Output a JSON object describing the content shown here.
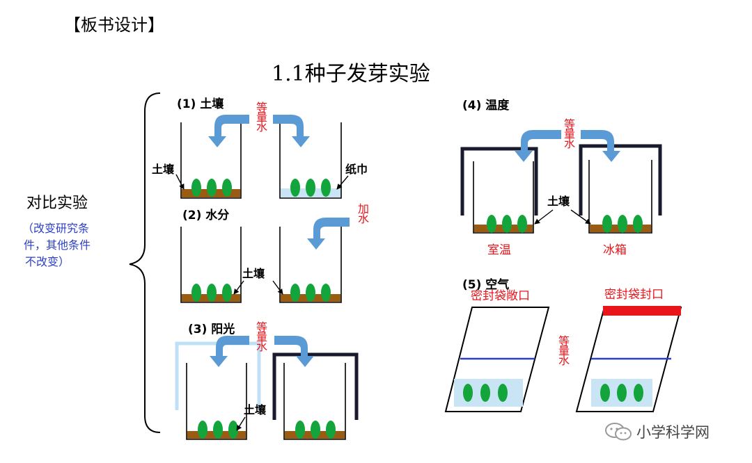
{
  "header": {
    "section_label": "【板书设计】"
  },
  "diagram": {
    "title": "1.1种子发芽实验",
    "left_bracket": {
      "main_label": "对比实验",
      "note_lines": [
        "（改变研究条",
        "件，其他条件",
        "不改变）"
      ]
    },
    "panels": {
      "soil": {
        "label": "(1) 土壤",
        "water_label": "等量水",
        "left_label": "土壤",
        "right_label": "纸巾"
      },
      "water": {
        "label": "(2) 水分",
        "add_label": "加水",
        "soil_label": "土壤"
      },
      "light": {
        "label": "(3) 阳光",
        "water_label": "等量水",
        "soil_label": "土壤"
      },
      "temperature": {
        "label": "(4) 温度",
        "water_label": "等量水",
        "soil_label": "土壤",
        "left_caption": "室温",
        "right_caption": "冰箱"
      },
      "air": {
        "label": "(5) 空气",
        "left_caption": "密封袋敞口",
        "right_caption": "密封袋封口",
        "water_label": "等量水"
      }
    },
    "colors": {
      "arrow": "#5b9bd5",
      "soil": "#9a5c13",
      "seed": "#13a53c",
      "paper": "#c9e5f5",
      "red": "#e8151b",
      "note": "#2c3fc7",
      "light_cover": "#c0e0f5",
      "dark_cover": "#1a1a2e"
    }
  },
  "watermark": {
    "icon": "wechat-icon",
    "text": "小学科学网"
  }
}
